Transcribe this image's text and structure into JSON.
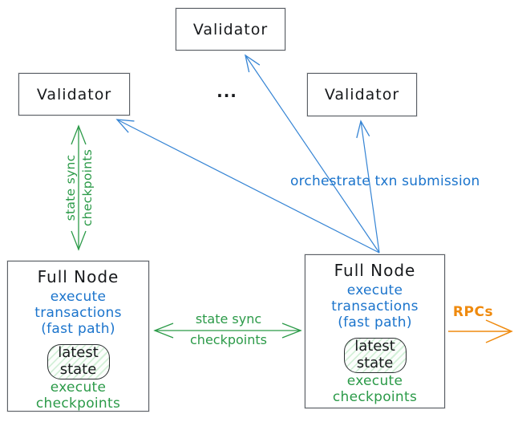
{
  "diagram": {
    "validators": [
      {
        "label": "Validator"
      },
      {
        "label": "Validator"
      },
      {
        "label": "Validator"
      }
    ],
    "ellipsis": "...",
    "full_nodes": [
      {
        "title": "Full Node",
        "fast_line1": "execute transactions",
        "fast_line2": "(fast path)",
        "state_line1": "latest",
        "state_line2": "state",
        "checkpoints": "execute checkpoints"
      },
      {
        "title": "Full Node",
        "fast_line1": "execute transactions",
        "fast_line2": "(fast path)",
        "state_line1": "latest",
        "state_line2": "state",
        "checkpoints": "execute checkpoints"
      }
    ],
    "edges": {
      "state_sync_vertical_label": "state sync\ncheckpoints",
      "state_sync_h_line1": "state sync",
      "state_sync_h_line2": "checkpoints",
      "orchestrate_label": "orchestrate txn submission",
      "rpcs_label": "RPCs"
    },
    "colors": {
      "green": "#2b9a48",
      "blue": "#1b74cc",
      "arrow_blue": "#3584d4",
      "orange": "#ef8a0e",
      "ink": "#1e1e1e",
      "box_border": "#5b6067"
    }
  }
}
